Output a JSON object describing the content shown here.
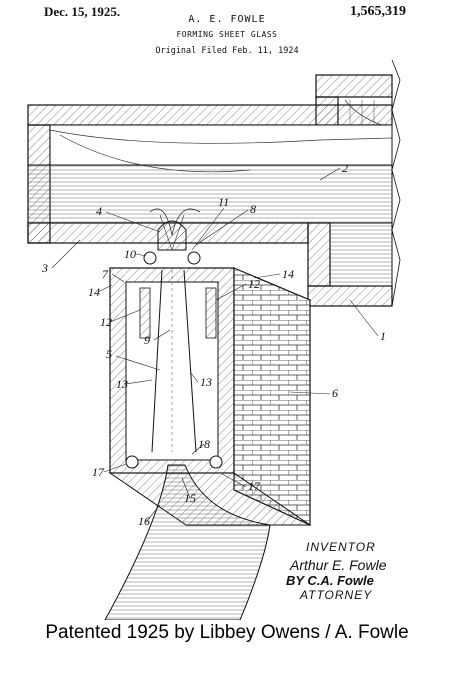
{
  "header": {
    "date": "Dec. 15, 1925.",
    "patent_number": "1,565,319",
    "inventor": "A. E. FOWLE",
    "title": "FORMING SHEET GLASS",
    "filed": "Original Filed Feb. 11, 1924"
  },
  "drawing": {
    "labels": [
      "1",
      "2",
      "3",
      "4",
      "5",
      "6",
      "7",
      "8",
      "9",
      "10",
      "11",
      "12",
      "12",
      "13",
      "13",
      "14",
      "14",
      "15",
      "16",
      "17",
      "17",
      "18"
    ]
  },
  "signature": {
    "inventor_label": "INVENTOR",
    "inventor_name": "Arthur E. Fowle",
    "by_line": "BY C.A. Fowle",
    "attorney_label": "ATTORNEY"
  },
  "caption": "Patented 1925 by Libbey Owens / A. Fowle"
}
